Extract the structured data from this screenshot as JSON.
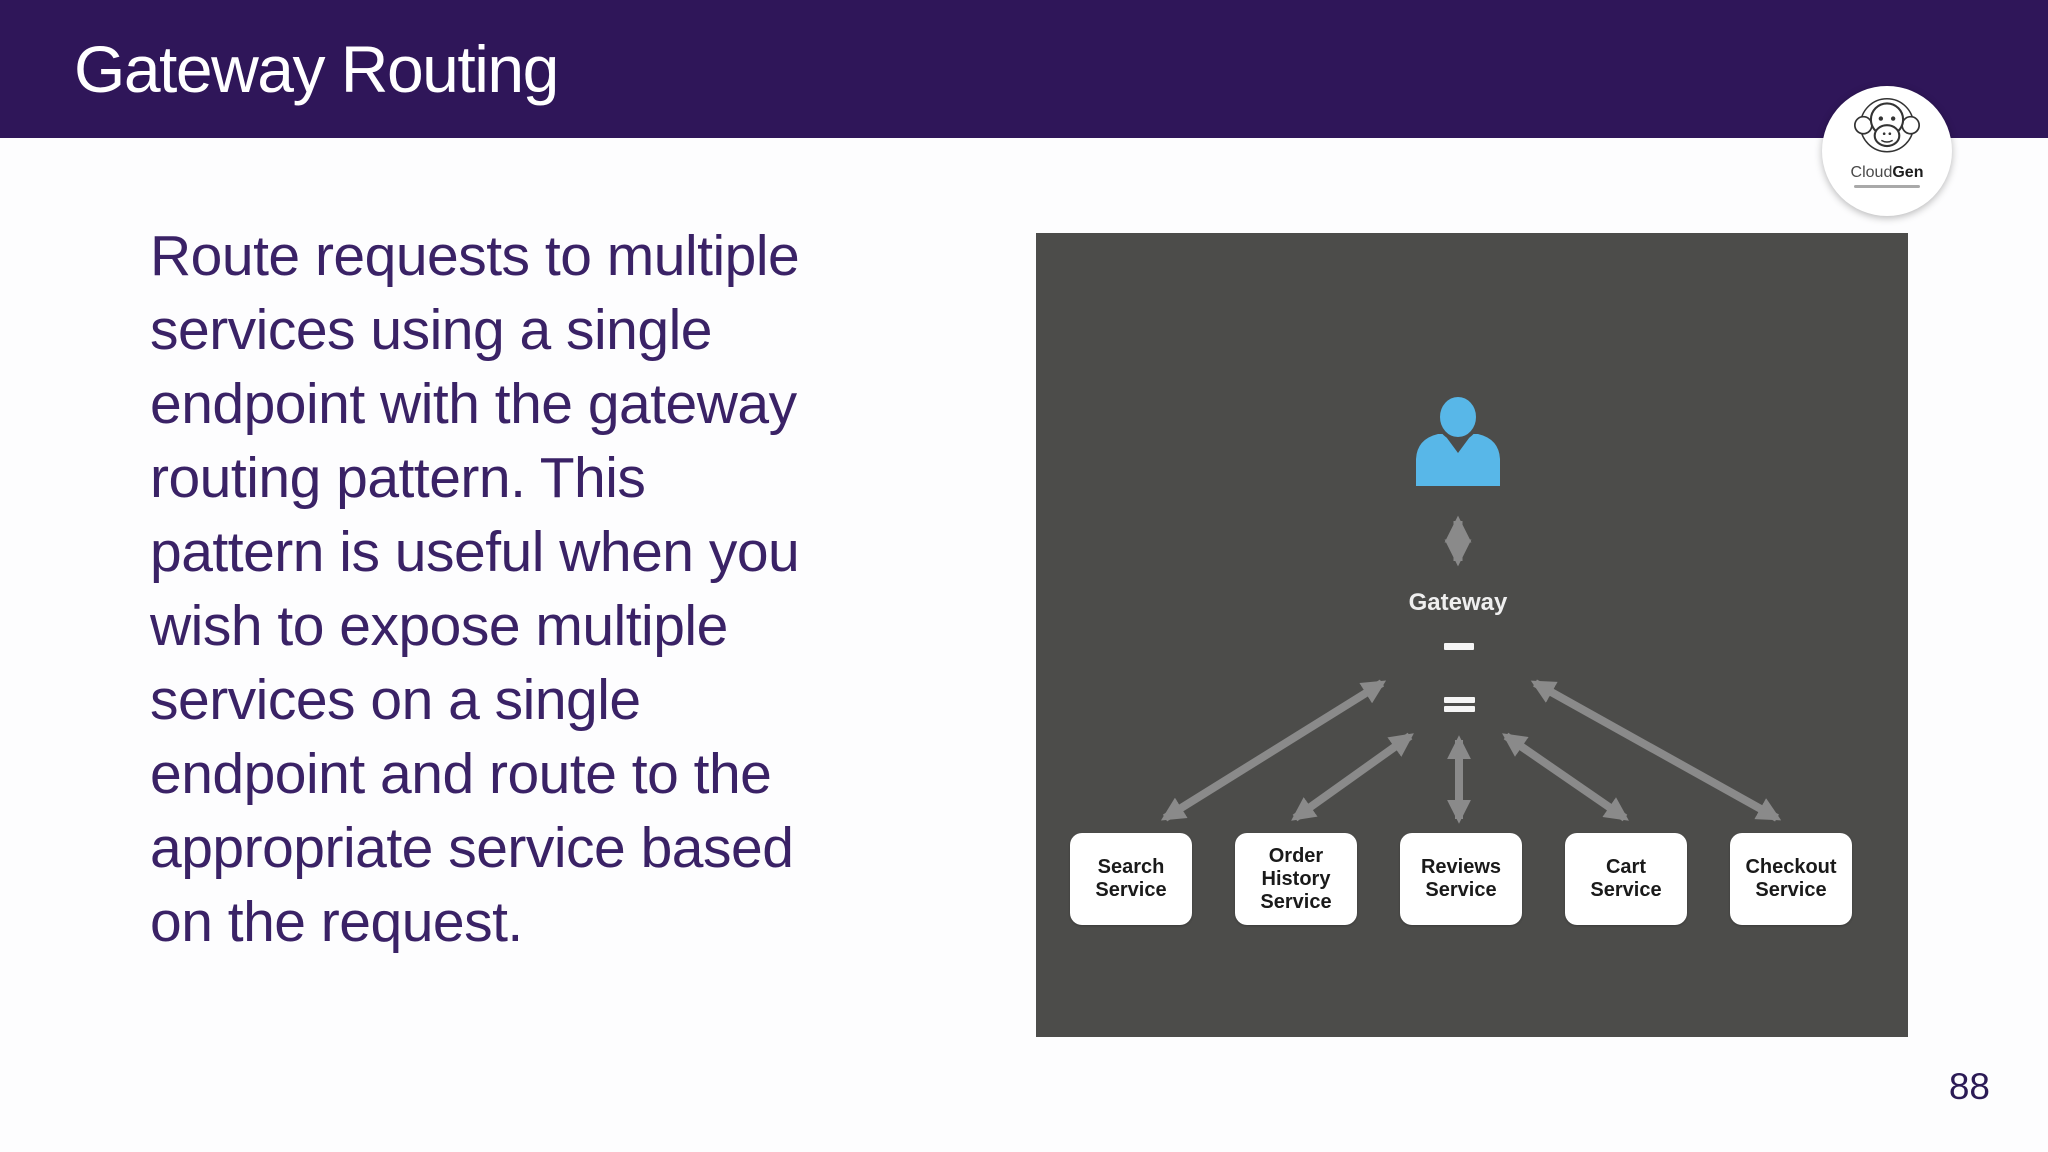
{
  "header": {
    "title": "Gateway Routing"
  },
  "logo": {
    "brand_regular": "Cloud",
    "brand_bold": "Gen",
    "icon": "monkey-icon"
  },
  "body": {
    "lines": [
      "Route requests to multiple",
      "services using a single",
      "endpoint with the gateway",
      "routing pattern. This",
      "pattern is useful when you",
      "wish to expose multiple",
      "services on a single",
      "endpoint and route to the",
      "appropriate service based",
      "on the request."
    ]
  },
  "diagram": {
    "gateway_label": "Gateway",
    "user_icon": "person-icon",
    "services": [
      {
        "label": "Search\nService"
      },
      {
        "label": "Order\nHistory\nService"
      },
      {
        "label": "Reviews\nService"
      },
      {
        "label": "Cart\nService"
      },
      {
        "label": "Checkout\nService"
      }
    ],
    "colors": {
      "panel_bg": "#4c4c4a",
      "arrow": "#8a8a8a",
      "person_blue": "#58b7e8",
      "box_bg": "#ffffff"
    }
  },
  "footer": {
    "page_number": "88"
  },
  "theme": {
    "header_bg": "#2f1659",
    "title_color": "#ffffff",
    "body_text_color": "#3a2266"
  }
}
